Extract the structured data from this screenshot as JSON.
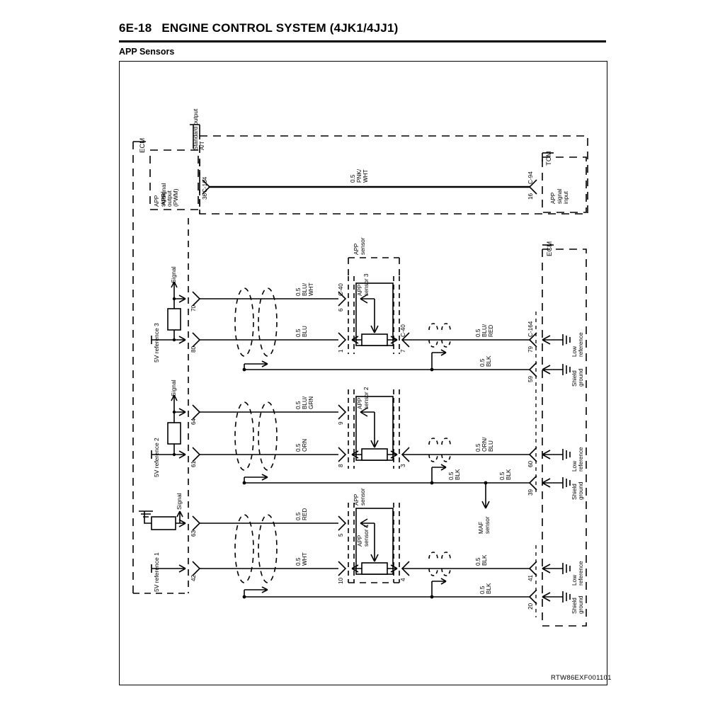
{
  "header": {
    "code": "6E-18",
    "title": "ENGINE CONTROL SYSTEM (4JK1/4JJ1)",
    "subtitle": "APP Sensors"
  },
  "footer": {
    "drawing_code": "RTW86EXF001101"
  },
  "top_section": {
    "left_module": "ECM",
    "left_sub_module": "Standard output\nA/T",
    "left_pin_function": "APP\nsignal\noutput\n(PWM)",
    "left_connector": "C-164",
    "left_pin": "36",
    "wire": "0.5\nPNK/\nWHT",
    "right_connector": "C-94",
    "right_pin": "16",
    "right_pin_function": "APP\nsignal\ninput",
    "right_module": "TCM"
  },
  "ecm_left": {
    "label": "ECM"
  },
  "ecm_right": {
    "label": "ECM",
    "connector": "C-164"
  },
  "sensors": [
    {
      "name": "APP\nsensor 3",
      "group_label": "APP\nsensor",
      "signal_label": "Signal",
      "reference_label": "5V reference 3",
      "ecm_signal_pin": "70",
      "ecm_reference_pin": "80",
      "signal_wire": "0.5\nBLU/\nWHT",
      "reference_wire": "0.5\nBLU",
      "connector_in": "C-40",
      "sensor_pin_signal": "6",
      "sensor_pin_ref": "1",
      "connector_out": "C-40",
      "sensor_pin_out": "7",
      "return_wire": "0.5\nBLU/\nRED",
      "shield_wire": "0.5\nBLK",
      "ecm_return_pin": "79",
      "ecm_shield_pin": "59",
      "ecm_return_label": "Low\nreference",
      "ecm_shield_label": "Shield\nground"
    },
    {
      "name": "APP\nsensor 2",
      "group_label": "APP\nsensor",
      "signal_label": "Signal",
      "reference_label": "5V reference 2",
      "ecm_signal_pin": "64",
      "ecm_reference_pin": "61",
      "signal_wire": "0.5\nBLU/\nGRN",
      "reference_wire": "0.5\nORN",
      "connector_in": "",
      "sensor_pin_signal": "9",
      "sensor_pin_ref": "8",
      "connector_out": "",
      "sensor_pin_out": "3",
      "return_wire": "0.5\nORN/\nBLU",
      "shield_wire": "0.5\nBLK",
      "shield_wire_2": "0.5\nBLK",
      "branch_label": "MAF\nsensor",
      "ecm_return_pin": "60",
      "ecm_shield_pin": "39",
      "ecm_return_label": "Low\nreference",
      "ecm_shield_label": "Shield\nground"
    },
    {
      "name": "APP\nsensor 1",
      "group_label": "APP\nsensor",
      "signal_label": "Signal",
      "reference_label": "5V reference 1",
      "ecm_signal_pin": "63",
      "ecm_reference_pin": "42",
      "signal_wire": "0.5\nRED",
      "reference_wire": "0.5\nWHT",
      "connector_in": "",
      "sensor_pin_signal": "5",
      "sensor_pin_ref": "10",
      "connector_out": "",
      "sensor_pin_out": "4",
      "return_wire": "0.5\nBLK",
      "shield_wire": "0.5\nBLK",
      "ecm_return_pin": "41",
      "ecm_shield_pin": "20",
      "ecm_return_label": "Low\nreference",
      "ecm_shield_label": "Shield\nground"
    }
  ],
  "colors": {
    "line": "#000000",
    "background": "#ffffff"
  }
}
